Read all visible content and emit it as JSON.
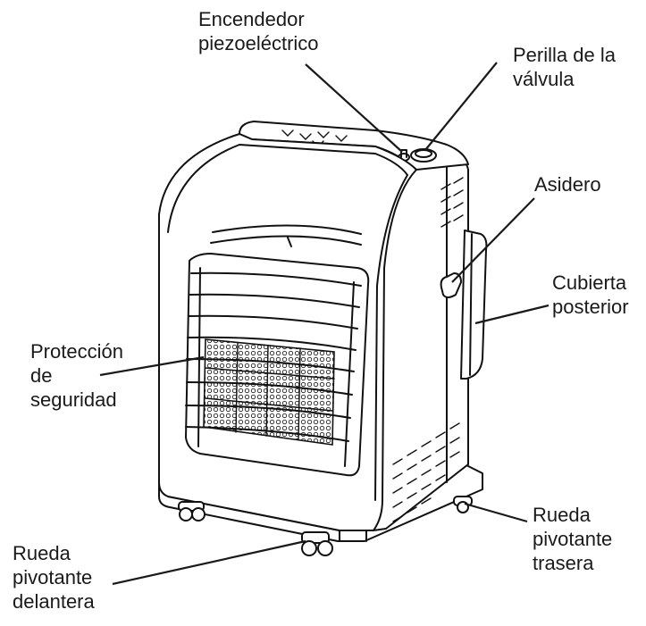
{
  "labels": {
    "piezo": {
      "line1": "Encendedor",
      "line2": "piezoeléctrico"
    },
    "valve": {
      "line1": "Perilla de la",
      "line2": "válvula"
    },
    "handle": {
      "line1": "Asidero"
    },
    "back_cover": {
      "line1": "Cubierta",
      "line2": "posterior"
    },
    "guard": {
      "line1": "Protección",
      "line2": "de",
      "line3": "seguridad"
    },
    "rear_caster": {
      "line1": "Rueda",
      "line2": "pivotante",
      "line3": "trasera"
    },
    "front_caster": {
      "line1": "Rueda",
      "line2": "pivotante",
      "line3": "delantera"
    }
  },
  "colors": {
    "ink": "#1a1a1a",
    "background": "#ffffff",
    "grille": "#bfbfbf"
  }
}
